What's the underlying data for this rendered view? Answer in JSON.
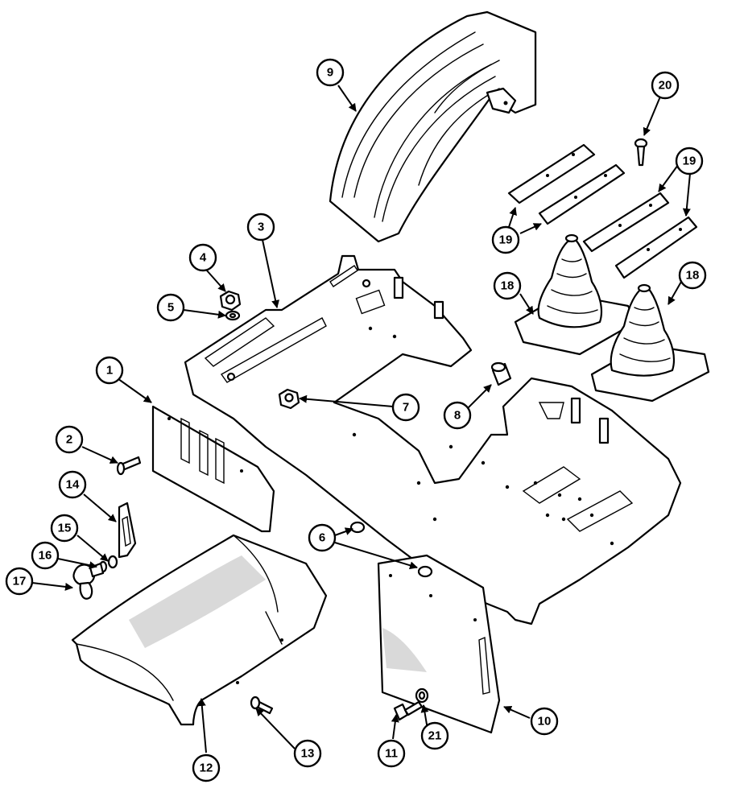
{
  "callouts": {
    "c1": "1",
    "c2": "2",
    "c3": "3",
    "c4": "4",
    "c5": "5",
    "c6": "6",
    "c7": "7",
    "c8": "8",
    "c9": "9",
    "c10": "10",
    "c11": "11",
    "c12": "12",
    "c13": "13",
    "c14": "14",
    "c15": "15",
    "c16": "16",
    "c17": "17",
    "c18a": "18",
    "c18b": "18",
    "c19a": "19",
    "c19b": "19",
    "c20": "20",
    "c21": "21"
  },
  "colors": {
    "line": "#000000",
    "background": "#ffffff",
    "shading": "#d9d9d9"
  }
}
